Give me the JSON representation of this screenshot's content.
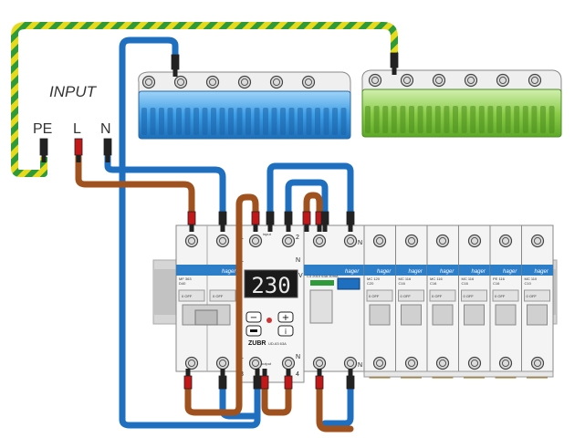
{
  "labels": {
    "input": "INPUT",
    "pe": "PE",
    "l": "L",
    "n": "N"
  },
  "relay": {
    "display": "230",
    "unit": "V",
    "model": "ZUBR",
    "model_sub": "UD-63  63A",
    "input_label": "input",
    "output_label": "output",
    "t1": "1",
    "t2": "2",
    "t3": "3",
    "t4": "4",
    "tl_top": "L",
    "tn_top": "N",
    "tl_bot": "L",
    "tn_bot": "N"
  },
  "rcd": {
    "brand": "hager",
    "rating": "C3 2010  63A 30mA",
    "n_top": "N",
    "n_bot": "N"
  },
  "main_breaker": {
    "brand": "hager",
    "code": "MF 363",
    "sub": "D40"
  },
  "breakers": [
    {
      "brand": "hager",
      "code": "MC 120",
      "sub": "C20"
    },
    {
      "brand": "hager",
      "code": "MC 116",
      "sub": "C16"
    },
    {
      "brand": "hager",
      "code": "MC 116",
      "sub": "C16"
    },
    {
      "brand": "hager",
      "code": "MC 116",
      "sub": "C16"
    },
    {
      "brand": "hager",
      "code": "PE 116",
      "sub": "C16"
    },
    {
      "brand": "hager",
      "code": "MC 110",
      "sub": "C10"
    }
  ],
  "switch_text": "0 OFF",
  "colors": {
    "live": "#a0521e",
    "neutral": "#1f6fc0",
    "earth_green": "#2e9a3a",
    "earth_yellow": "#e7d91c",
    "neutral_bar": "#3a9be6",
    "earth_bar": "#8ccd4a",
    "rail": "#cfcfcf",
    "module": "#f4f4f4",
    "hager": "#2d7ec9"
  }
}
